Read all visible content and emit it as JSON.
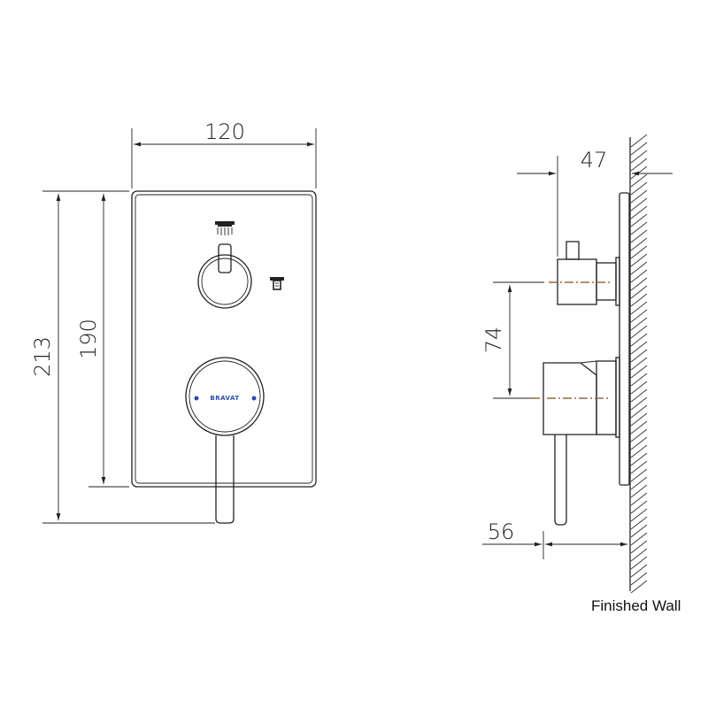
{
  "front_view": {
    "width_dim": "120",
    "height_outer_dim": "213",
    "height_plate_dim": "190",
    "brand_label": "BRAVAT"
  },
  "side_view": {
    "depth_dim": "47",
    "spacing_dim": "74",
    "lever_dim": "56",
    "wall_label": "Finished Wall"
  },
  "colors": {
    "line": "#222222",
    "center_line": "#9a6a3a",
    "brand": "#2a4bb0"
  },
  "icons": [
    "shower-head-icon",
    "tap-spout-icon"
  ]
}
